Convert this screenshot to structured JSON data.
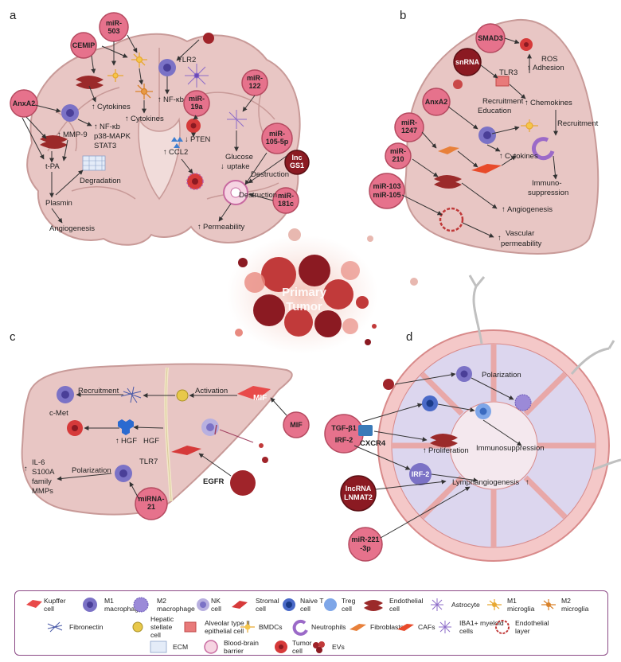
{
  "panels": {
    "a": "a",
    "b": "b",
    "c": "c",
    "d": "d"
  },
  "center": {
    "line1": "Primary",
    "line2": "Tumor"
  },
  "panel_a": {
    "bubbles": {
      "mir503": [
        "miR-",
        "503"
      ],
      "cemip": "CEMIP",
      "anxa2": "AnxA2",
      "mir122": [
        "miR-",
        "122"
      ],
      "mir19a": [
        "miR-",
        "19a"
      ],
      "mir105": [
        "miR-",
        "105-5p"
      ],
      "lncgs1": [
        "lnc",
        "GS1"
      ],
      "mir181c": [
        "miR-",
        "181c"
      ]
    },
    "labels": {
      "tlr2": "TLR2",
      "nfkb1": "NF-κb",
      "cytokines1": "Cytokines",
      "cytokines2": "Cytokines",
      "mmp9": "MMP-9",
      "nfkb2": "NF-κb",
      "p38": "p38-MAPK",
      "stat3": "STAT3",
      "pten": "PTEN",
      "ccl2": "CCL2",
      "glucose1": "Glucose",
      "glucose2": "uptake",
      "tpa": "t-PA",
      "degradation": "Degradation",
      "plasmin": "Plasmin",
      "angiogenesis": "Angiogenesis",
      "destruction1": "Destruction",
      "destruction2": "Destruction",
      "permeability": "Permeability"
    }
  },
  "panel_b": {
    "bubbles": {
      "smad3": "SMAD3",
      "snrna": "snRNA",
      "anxa2": "AnxA2",
      "mir1247": [
        "miR-",
        "1247"
      ],
      "mir210": [
        "miR-",
        "210"
      ],
      "mir103": [
        "miR-103",
        "miR-105"
      ]
    },
    "labels": {
      "ros": "ROS",
      "adhesion": "Adhesion",
      "tlr3": "TLR3",
      "recruitment1": "Recruitment",
      "education": "Education",
      "chemokines": "Chemokines",
      "recruitment2": "Recruitment",
      "cytokines": "Cytokines",
      "immuno1": "Immuno-",
      "immuno2": "suppression",
      "angiogenesis": "Angiogenesis",
      "vascular1": "Vascular",
      "vascular2": "permeability"
    }
  },
  "panel_c": {
    "bubbles": {
      "mif": "MIF",
      "mirna21": [
        "miRNA-",
        "21"
      ]
    },
    "labels": {
      "recruitment": "Recruitment",
      "activation": "Activation",
      "mif_liver": "MIF",
      "cmet": "c-Met",
      "hgf1": "HGF",
      "hgf2": "HGF",
      "tlr7": "TLR7",
      "polarization": "Polarization",
      "il6": "IL-6",
      "s100a": "S100A",
      "family": "family",
      "mmps": "MMPs",
      "egfr": "EGFR"
    }
  },
  "panel_d": {
    "bubbles": {
      "tgf": [
        "TGF-β1",
        "IRF-2"
      ],
      "lncrna": [
        "lncRNA",
        "LNMAT2"
      ],
      "mir221": [
        "miR-221",
        "-3p"
      ]
    },
    "labels": {
      "polarization": "Polarization",
      "cxcr4": "CXCR4",
      "proliferation": "Proliferation",
      "immunosuppression": "Immunosuppression",
      "irf2": "IRF-2",
      "lymphangiogenesis": "Lymphangiogenesis"
    }
  },
  "legend": {
    "items": [
      {
        "name": "kupffer",
        "lines": [
          "Kupffer",
          "cell"
        ]
      },
      {
        "name": "m1-macrophage",
        "lines": [
          "M1",
          "macrophage"
        ]
      },
      {
        "name": "m2-macrophage",
        "lines": [
          "M2",
          "macrophage"
        ]
      },
      {
        "name": "nk",
        "lines": [
          "NK",
          "cell"
        ]
      },
      {
        "name": "stromal",
        "lines": [
          "Stromal",
          "cell"
        ]
      },
      {
        "name": "naive-t",
        "lines": [
          "Naive T",
          "cell"
        ]
      },
      {
        "name": "treg",
        "lines": [
          "Treg",
          "cell"
        ]
      },
      {
        "name": "endothelial",
        "lines": [
          "Endothelial",
          "cell"
        ]
      },
      {
        "name": "astrocyte",
        "lines": [
          "Astrocyte"
        ]
      },
      {
        "name": "m1-microglia",
        "lines": [
          "M1",
          "microglia"
        ]
      },
      {
        "name": "m2-microglia",
        "lines": [
          "M2",
          "microglia"
        ]
      },
      {
        "name": "fibronectin",
        "lines": [
          "Fibronectin"
        ]
      },
      {
        "name": "hepatic-stellate",
        "lines": [
          "Hepatic",
          "stellate",
          "cell"
        ]
      },
      {
        "name": "alveolar",
        "lines": [
          "Alveolar type II",
          "epithelial cell"
        ]
      },
      {
        "name": "bmdcs",
        "lines": [
          "BMDCs"
        ]
      },
      {
        "name": "neutrophils",
        "lines": [
          "Neutrophils"
        ]
      },
      {
        "name": "fibroblasts",
        "lines": [
          "Fibroblasts"
        ]
      },
      {
        "name": "cafs",
        "lines": [
          "CAFs"
        ]
      },
      {
        "name": "iba1",
        "lines": [
          "IBA1+ myeloid",
          "cells"
        ]
      },
      {
        "name": "endothelial-layer",
        "lines": [
          "Endothelial",
          "layer"
        ]
      },
      {
        "name": "ecm",
        "lines": [
          "ECM"
        ]
      },
      {
        "name": "bbb",
        "lines": [
          "Blood-brain",
          "barrier"
        ]
      },
      {
        "name": "tumor-cell",
        "lines": [
          "Tumor",
          "cell"
        ]
      },
      {
        "name": "evs",
        "lines": [
          "EVs"
        ]
      }
    ]
  },
  "colors": {
    "organ": "#e8c6c4",
    "organ_stroke": "#c89a98",
    "bubble_pink": "#e6728c",
    "bubble_dark": "#8b1a22",
    "macrophage": "#7b72c6",
    "tumor": "#d63a3a",
    "endothelial": "#9b2a2a",
    "legend_border": "#8c4a86"
  }
}
